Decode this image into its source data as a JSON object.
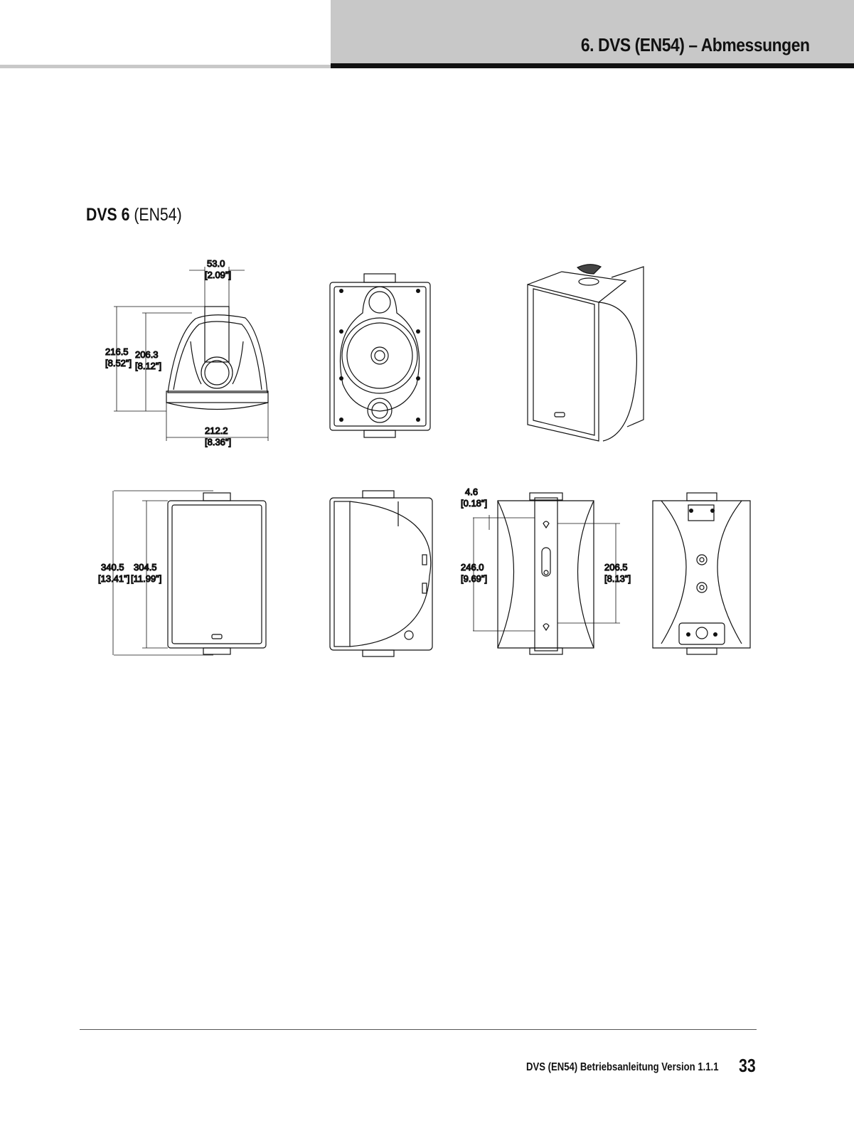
{
  "header": {
    "title": "6. DVS (EN54) – Abmessungen"
  },
  "section": {
    "title_bold": "DVS 6",
    "title_light": "(EN54)"
  },
  "dimensions": {
    "top_width_mm": "53.0",
    "top_width_in": "[2.09\"]",
    "side_height_outer_mm": "216.5",
    "side_height_outer_in": "[8.52\"]",
    "side_height_inner_mm": "206.3",
    "side_height_inner_in": "[8.12\"]",
    "bottom_width_mm": "212.2",
    "bottom_width_in": "[8.36\"]",
    "front_height_outer_mm": "340.5",
    "front_height_outer_in": "[13.41\"]",
    "front_height_inner_mm": "304.5",
    "front_height_inner_in": "[11.99\"]",
    "bracket_offset_mm": "4.6",
    "bracket_offset_in": "[0.18\"]",
    "bracket_height_mm": "246.0",
    "bracket_height_in": "[9.69\"]",
    "back_height_mm": "206.5",
    "back_height_in": "[8.13\"]"
  },
  "footer": {
    "doc_title": "DVS (EN54) Betriebsanleitung Version 1.1.1",
    "page_number": "33"
  }
}
